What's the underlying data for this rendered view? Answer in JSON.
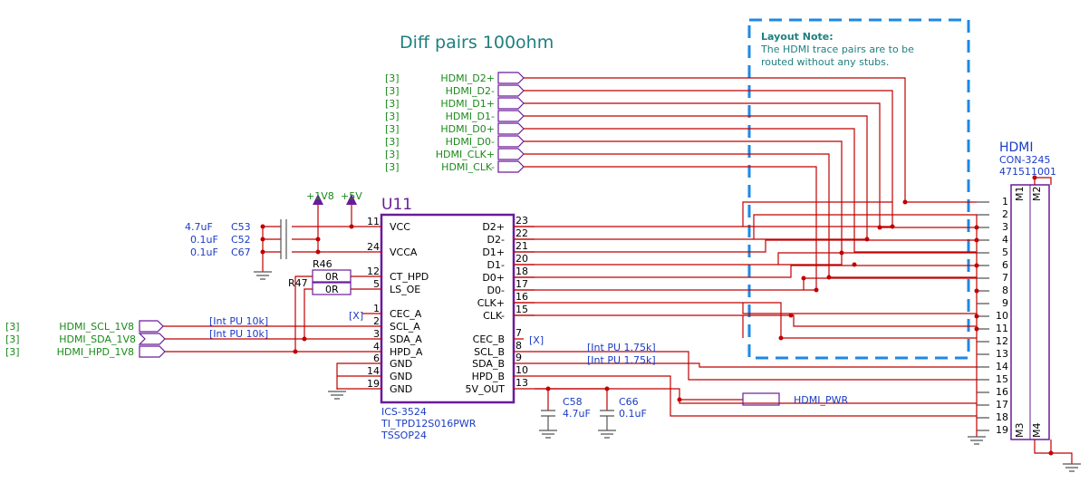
{
  "title": "Diff pairs 100ohm",
  "layout_note": {
    "heading": "Layout Note:",
    "line1": "The HDMI trace pairs are to be",
    "line2": "routed without any stubs."
  },
  "diff_pairs": [
    {
      "sheet": "[3]",
      "name": "HDMI_D2+"
    },
    {
      "sheet": "[3]",
      "name": "HDMI_D2-"
    },
    {
      "sheet": "[3]",
      "name": "HDMI_D1+"
    },
    {
      "sheet": "[3]",
      "name": "HDMI_D1-"
    },
    {
      "sheet": "[3]",
      "name": "HDMI_D0+"
    },
    {
      "sheet": "[3]",
      "name": "HDMI_D0-"
    },
    {
      "sheet": "[3]",
      "name": "HDMI_CLK+"
    },
    {
      "sheet": "[3]",
      "name": "HDMI_CLK-"
    }
  ],
  "ic": {
    "ref": "U11",
    "footer1": "ICS-3524",
    "footer2": "TI_TPD12S016PWR",
    "footer3": "TSSOP24",
    "left_pins": [
      {
        "num": "11",
        "name": "VCC"
      },
      {
        "num": "24",
        "name": "VCCA"
      },
      {
        "num": "12",
        "name": "CT_HPD"
      },
      {
        "num": "5",
        "name": "LS_OE"
      },
      {
        "num": "1",
        "name": "CEC_A"
      },
      {
        "num": "2",
        "name": "SCL_A"
      },
      {
        "num": "3",
        "name": "SDA_A"
      },
      {
        "num": "4",
        "name": "HPD_A"
      },
      {
        "num": "6",
        "name": "GND"
      },
      {
        "num": "14",
        "name": "GND"
      },
      {
        "num": "19",
        "name": "GND"
      }
    ],
    "right_pins": [
      {
        "num": "23",
        "name": "D2+"
      },
      {
        "num": "22",
        "name": "D2-"
      },
      {
        "num": "21",
        "name": "D1+"
      },
      {
        "num": "20",
        "name": "D1-"
      },
      {
        "num": "18",
        "name": "D0+"
      },
      {
        "num": "17",
        "name": "D0-"
      },
      {
        "num": "16",
        "name": "CLK+"
      },
      {
        "num": "15",
        "name": "CLK-"
      },
      {
        "num": "7",
        "name": "CEC_B"
      },
      {
        "num": "8",
        "name": "SCL_B"
      },
      {
        "num": "9",
        "name": "SDA_B"
      },
      {
        "num": "10",
        "name": "HPD_B"
      },
      {
        "num": "13",
        "name": "5V_OUT"
      }
    ]
  },
  "power": {
    "v1": "+1V8",
    "v2": "+5V"
  },
  "caps_left": [
    {
      "val": "4.7uF",
      "ref": "C53"
    },
    {
      "val": "0.1uF",
      "ref": "C52"
    },
    {
      "val": "0.1uF",
      "ref": "C67"
    }
  ],
  "resistors": {
    "r46": "R46",
    "r46_val": "0R",
    "r47": "R47",
    "r47_val": "0R"
  },
  "nc_marks": {
    "cec_a": "[X]",
    "cec_b": "[X]"
  },
  "pullups": {
    "scl_a": "[Int PU 10k]",
    "sda_a": "[Int PU 10k]",
    "scl_b": "[Int PU 1.75k]",
    "sda_b": "[Int PU 1.75k]"
  },
  "ddc_ports": [
    {
      "sheet": "[3]",
      "name": "HDMI_SCL_1V8"
    },
    {
      "sheet": "[3]",
      "name": "HDMI_SDA_1V8"
    },
    {
      "sheet": "[3]",
      "name": "HDMI_HPD_1V8"
    }
  ],
  "caps_bottom": [
    {
      "ref": "C58",
      "val": "4.7uF"
    },
    {
      "ref": "C66",
      "val": "0.1uF"
    }
  ],
  "hdmi_pwr_label": "HDMI_PWR",
  "connector": {
    "title": "HDMI",
    "part": "CON-3245",
    "pn": "471511001",
    "m1": "M1",
    "m2": "M2",
    "m3": "M3",
    "m4": "M4",
    "pins": [
      "1",
      "2",
      "3",
      "4",
      "5",
      "6",
      "7",
      "8",
      "9",
      "10",
      "11",
      "12",
      "13",
      "14",
      "15",
      "16",
      "17",
      "18",
      "19"
    ]
  },
  "colors": {
    "wire": "#c00000",
    "ic": "#6a1b9a",
    "label": "#1a8a1a",
    "ref": "#1a3cc4",
    "note": "#1f7f7f",
    "dash": "#1e88e5"
  }
}
